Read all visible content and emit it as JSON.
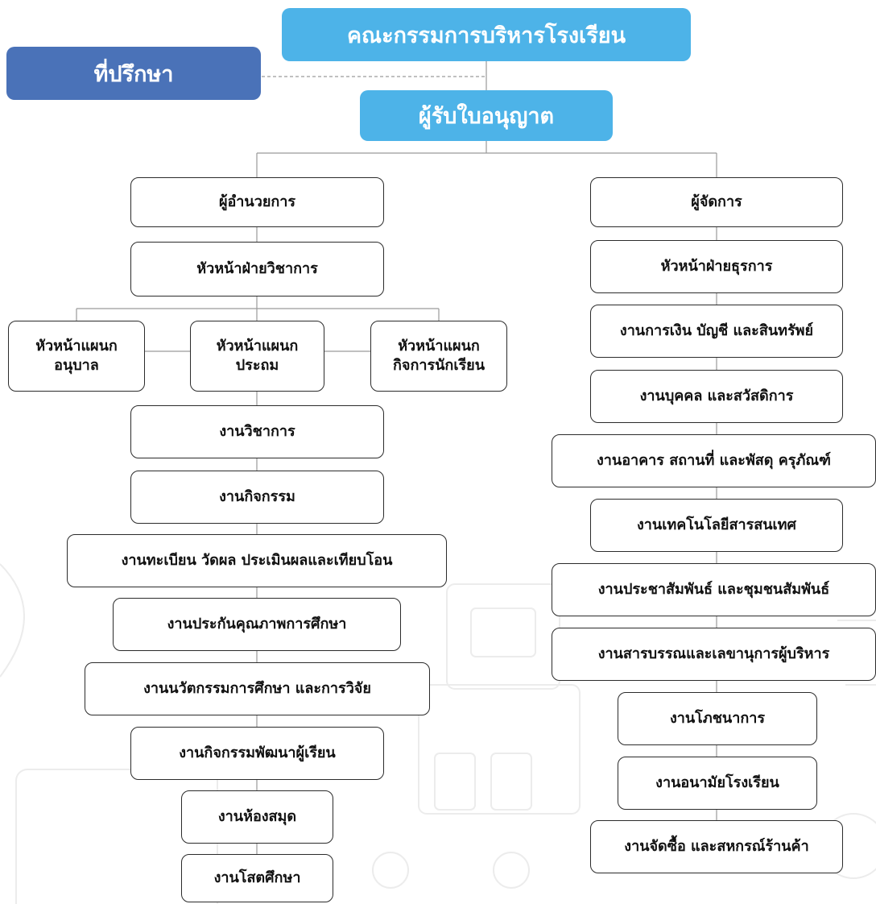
{
  "header": {
    "committee": "คณะกรรมการบริหารโรงเรียน",
    "advisor": "ที่ปรึกษา",
    "licensee": "ผู้รับใบอนุญาต"
  },
  "academic": {
    "director": "ผู้อำนวยการ",
    "head": "หัวหน้าฝ่ายวิชาการ",
    "dept_kindergarten": "หัวหน้าแผนก\nอนุบาล",
    "dept_primary": "หัวหน้าแผนก\nประถม",
    "dept_student_affairs": "หัวหน้าแผนก\nกิจการนักเรียน",
    "units": [
      "งานวิชาการ",
      "งานกิจกรรม",
      "งานทะเบียน วัดผล ประเมินผลและเทียบโอน",
      "งานประกันคุณภาพการศึกษา",
      "งานนวัตกรรมการศึกษา และการวิจัย",
      "งานกิจกรรมพัฒนาผู้เรียน",
      "งานห้องสมุด",
      "งานโสตศึกษา"
    ]
  },
  "admin": {
    "manager": "ผู้จัดการ",
    "head": "หัวหน้าฝ่ายธุรการ",
    "units": [
      "งานการเงิน บัญชี และสินทรัพย์",
      "งานบุคคล และสวัสดิการ",
      "งานอาคาร สถานที่ และพัสดุ ครุภัณฑ์",
      "งานเทคโนโลยีสารสนเทศ",
      "งานประชาสัมพันธ์ และชุมชนสัมพันธ์",
      "งานสารบรรณและเลขานุการผู้บริหาร",
      "งานโภชนาการ",
      "งานอนามัยโรงเรียน",
      "งานจัดซื้อ และสหกรณ์ร้านค้า"
    ]
  },
  "colors": {
    "sky": "#4db3e8",
    "navy": "#4a72b8",
    "border": "#2b2b2b",
    "line": "#9a9a9a"
  }
}
